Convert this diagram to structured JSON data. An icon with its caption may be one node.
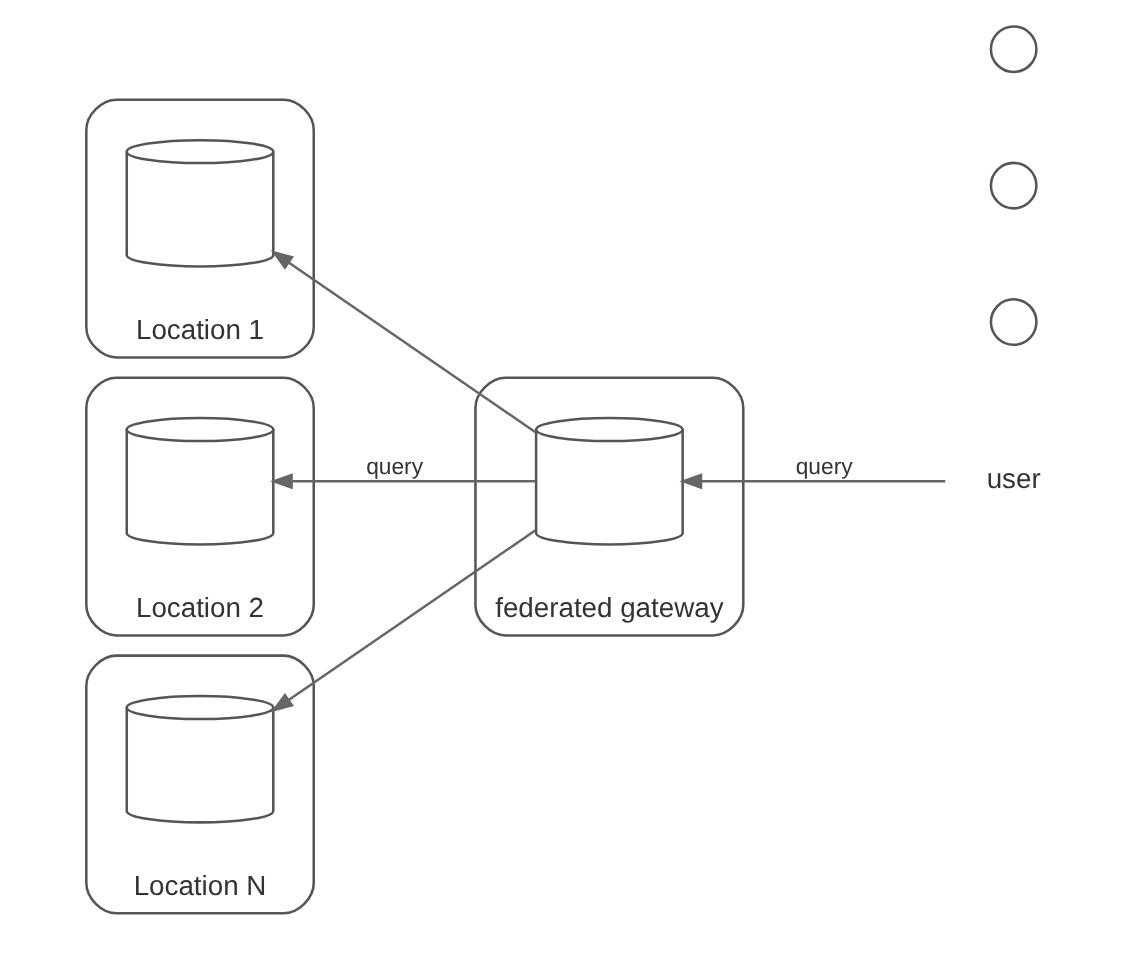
{
  "diagram": {
    "nodes": [
      {
        "text": [
          "Location 1"
        ]
      },
      {
        "text": [],
        "shape": "cylinder",
        "in": 0
      },
      {
        "text": [
          "Location 2"
        ]
      },
      {
        "text": [],
        "shape": "cylinder",
        "in": 2
      },
      {
        "text": [],
        "shape": "circle"
      },
      {
        "text": [],
        "shape": "circle"
      },
      {
        "text": [],
        "shape": "circle"
      },
      {
        "text": [
          "Location N"
        ]
      },
      {
        "text": [],
        "shape": "cylinder",
        "in": 7
      },
      {
        "text": [
          "federated gateway"
        ]
      },
      {
        "text": [],
        "shape": "cylinder",
        "in": 9
      },
      {
        "text": [
          "user"
        ]
      }
    ],
    "edges": [
      {
        "from": 11,
        "to": 10,
        "arrow": "to",
        "label": "query"
      },
      {
        "from": 10,
        "to": 1,
        "arrow": "to"
      },
      {
        "from": 10,
        "to": 3,
        "arrow": "to",
        "label": "query"
      },
      {
        "from": 10,
        "to": 8,
        "arrow": "to"
      }
    ]
  }
}
